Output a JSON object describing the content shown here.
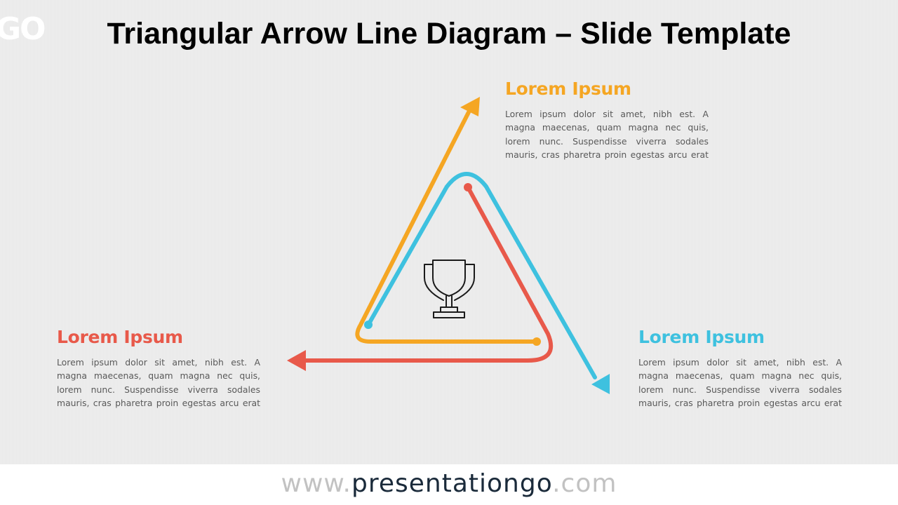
{
  "slide": {
    "title": "Triangular Arrow Line Diagram – Slide Template",
    "logo_fragment": "GO"
  },
  "items": [
    {
      "heading": "Lorem Ipsum",
      "body": "Lorem ipsum dolor sit amet, nibh est. A magna maecenas, quam magna nec quis, lorem nunc. Suspendisse viverra sodales mauris, cras pharetra proin egestas arcu erat",
      "color": "#F5A623"
    },
    {
      "heading": "Lorem Ipsum",
      "body": "Lorem ipsum dolor sit amet, nibh est. A magna maecenas, quam magna nec quis, lorem nunc. Suspendisse viverra sodales mauris, cras pharetra proin egestas arcu erat",
      "color": "#E8594A"
    },
    {
      "heading": "Lorem Ipsum",
      "body": "Lorem ipsum dolor sit amet, nibh est. A magna maecenas, quam magna nec quis, lorem nunc. Suspendisse viverra sodales mauris, cras pharetra proin egestas arcu erat",
      "color": "#3EC1DF"
    }
  ],
  "center_icon": "trophy-icon",
  "footer": {
    "prefix": "www.",
    "brand": "presentationgo",
    "suffix": ".com"
  }
}
